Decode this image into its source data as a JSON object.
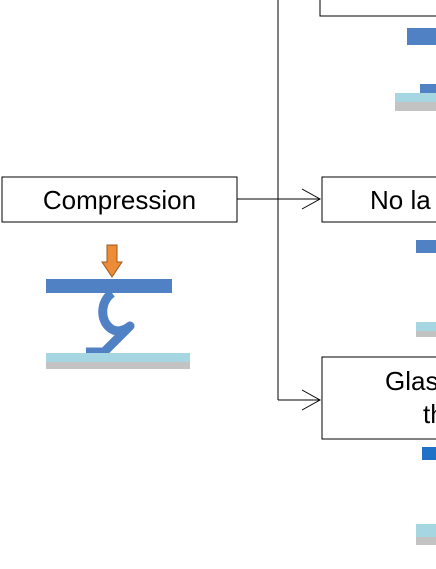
{
  "boxes": {
    "compression": {
      "label": "Compression"
    },
    "no_lateral": {
      "label": "No la"
    },
    "glass": {
      "line1": "Glas",
      "line2": "th"
    }
  },
  "colors": {
    "beam": "#4f81c4",
    "arrow": "#ed8b37",
    "arrow_border": "#9a5a20",
    "substrate_top": "#a7d6e3",
    "substrate_bottom": "#c3c3c3",
    "line": "#000000",
    "accent_blue": "#1f72c6"
  },
  "icons": {
    "force_arrow": "down-arrow-icon",
    "fiber": "hooked-fiber-icon"
  }
}
